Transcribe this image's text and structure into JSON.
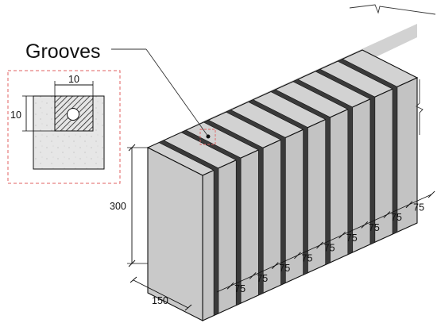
{
  "figure": {
    "callout_label": "Grooves",
    "detail_width_label": "10",
    "detail_height_label": "10",
    "beam_height_label": "300",
    "beam_width_label": "150",
    "groove_spacing_labels": [
      "75",
      "75",
      "75",
      "75",
      "75",
      "75",
      "75",
      "75",
      "75"
    ],
    "colors": {
      "front_face": "#c9c9c9",
      "top_face": "#d2d2d2",
      "side_face": "#b9b9b9",
      "groove_fill": "#3a3a3a",
      "detail_border": "#e06060",
      "hatch": "#222222"
    }
  }
}
